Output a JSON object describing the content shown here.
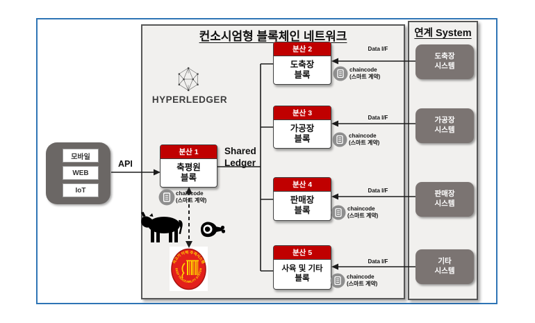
{
  "diagram_title": "컨소시엄형 블록체인 네트워크",
  "hyperledger_label": "HYPERLEDGER",
  "shared_ledger": {
    "line1": "Shared",
    "line2": "Ledger"
  },
  "api_label": "API",
  "data_if_label": "Data I/F",
  "chaincode_label": {
    "name": "chaincode",
    "desc": "(스마트 계약)"
  },
  "clients": [
    {
      "label": "모바일"
    },
    {
      "label": "WEB"
    },
    {
      "label": "IoT"
    }
  ],
  "blocks": [
    {
      "header": "분산 1",
      "line1": "축평원",
      "line2": "블록"
    },
    {
      "header": "분산 2",
      "line1": "도축장",
      "line2": "블록"
    },
    {
      "header": "분산 3",
      "line1": "가공장",
      "line2": "블록"
    },
    {
      "header": "분산 4",
      "line1": "판매장",
      "line2": "블록"
    },
    {
      "header": "분산 5",
      "line1": "사육 및 기타",
      "line2": "블록"
    }
  ],
  "linked_panel": {
    "title": "연계 System",
    "systems": [
      {
        "line1": "도축장",
        "line2": "시스템"
      },
      {
        "line1": "가공장",
        "line2": "시스템"
      },
      {
        "line1": "판매장",
        "line2": "시스템"
      },
      {
        "line1": "기타",
        "line2": "시스템"
      }
    ]
  },
  "seal": {
    "top_text": "쇠고기 이력 추적시스템",
    "bottom_text": "BEEF TRACEABILITY SYSTEM"
  },
  "colors": {
    "accent_red": "#c00000",
    "frame_blue": "#2e74b5",
    "system_gray": "#7b7472",
    "panel_bg": "#f1f0ee"
  }
}
